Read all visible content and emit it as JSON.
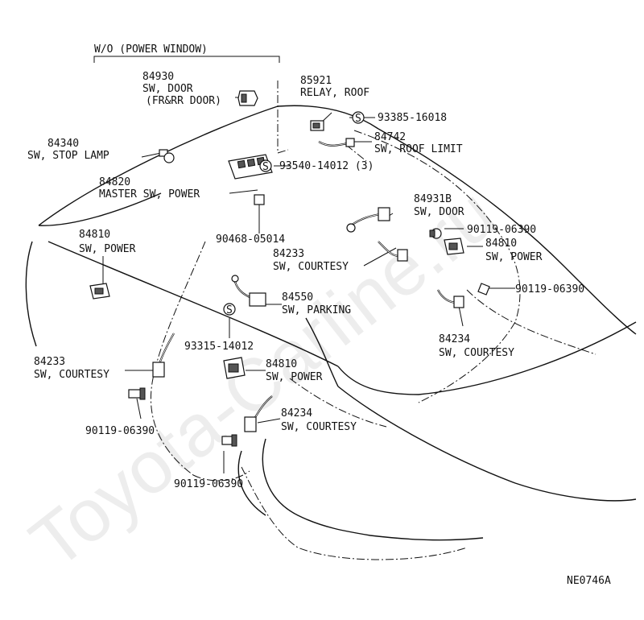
{
  "watermark": "Toyota-Carline.ru",
  "figure_code": "NE0746A",
  "wo_label": "W/O   (POWER WINDOW)",
  "parts": [
    {
      "id": "p84930",
      "num": "84930",
      "name": "SW, DOOR",
      "note": "(FR&RR DOOR)"
    },
    {
      "id": "p85921",
      "num": "85921",
      "name": "RELAY, ROOF"
    },
    {
      "id": "p93385",
      "num": "93385-16018"
    },
    {
      "id": "p84742",
      "num": "84742",
      "name": "SW, ROOF LIMIT"
    },
    {
      "id": "p84340",
      "num": "84340",
      "name": "SW, STOP LAMP"
    },
    {
      "id": "p84820",
      "num": "84820",
      "name": "MASTER SW, POWER"
    },
    {
      "id": "p93540",
      "num": "93540-14012 (3)"
    },
    {
      "id": "p84931B",
      "num": "84931B",
      "name": "SW, DOOR"
    },
    {
      "id": "p90119a",
      "num": "90119-06390"
    },
    {
      "id": "p84810r",
      "num": "84810",
      "name": "SW, POWER"
    },
    {
      "id": "p90468",
      "num": "90468-05014"
    },
    {
      "id": "p84810l",
      "num": "84810",
      "name": "SW, POWER"
    },
    {
      "id": "p84233c",
      "num": "84233",
      "name": "SW, COURTESY"
    },
    {
      "id": "p90119b",
      "num": "90119-06390"
    },
    {
      "id": "p84550",
      "num": "84550",
      "name": "SW, PARKING"
    },
    {
      "id": "p84234r",
      "num": "84234",
      "name": "SW, COURTESY"
    },
    {
      "id": "p93315",
      "num": "93315-14012"
    },
    {
      "id": "p84810c",
      "num": "84810",
      "name": "SW, POWER"
    },
    {
      "id": "p84233l",
      "num": "84233",
      "name": "SW, COURTESY"
    },
    {
      "id": "p84234c",
      "num": "84234",
      "name": "SW, COURTESY"
    },
    {
      "id": "p90119c",
      "num": "90119-06390"
    },
    {
      "id": "p90119d",
      "num": "90119-06390"
    }
  ],
  "s_marker": "S"
}
